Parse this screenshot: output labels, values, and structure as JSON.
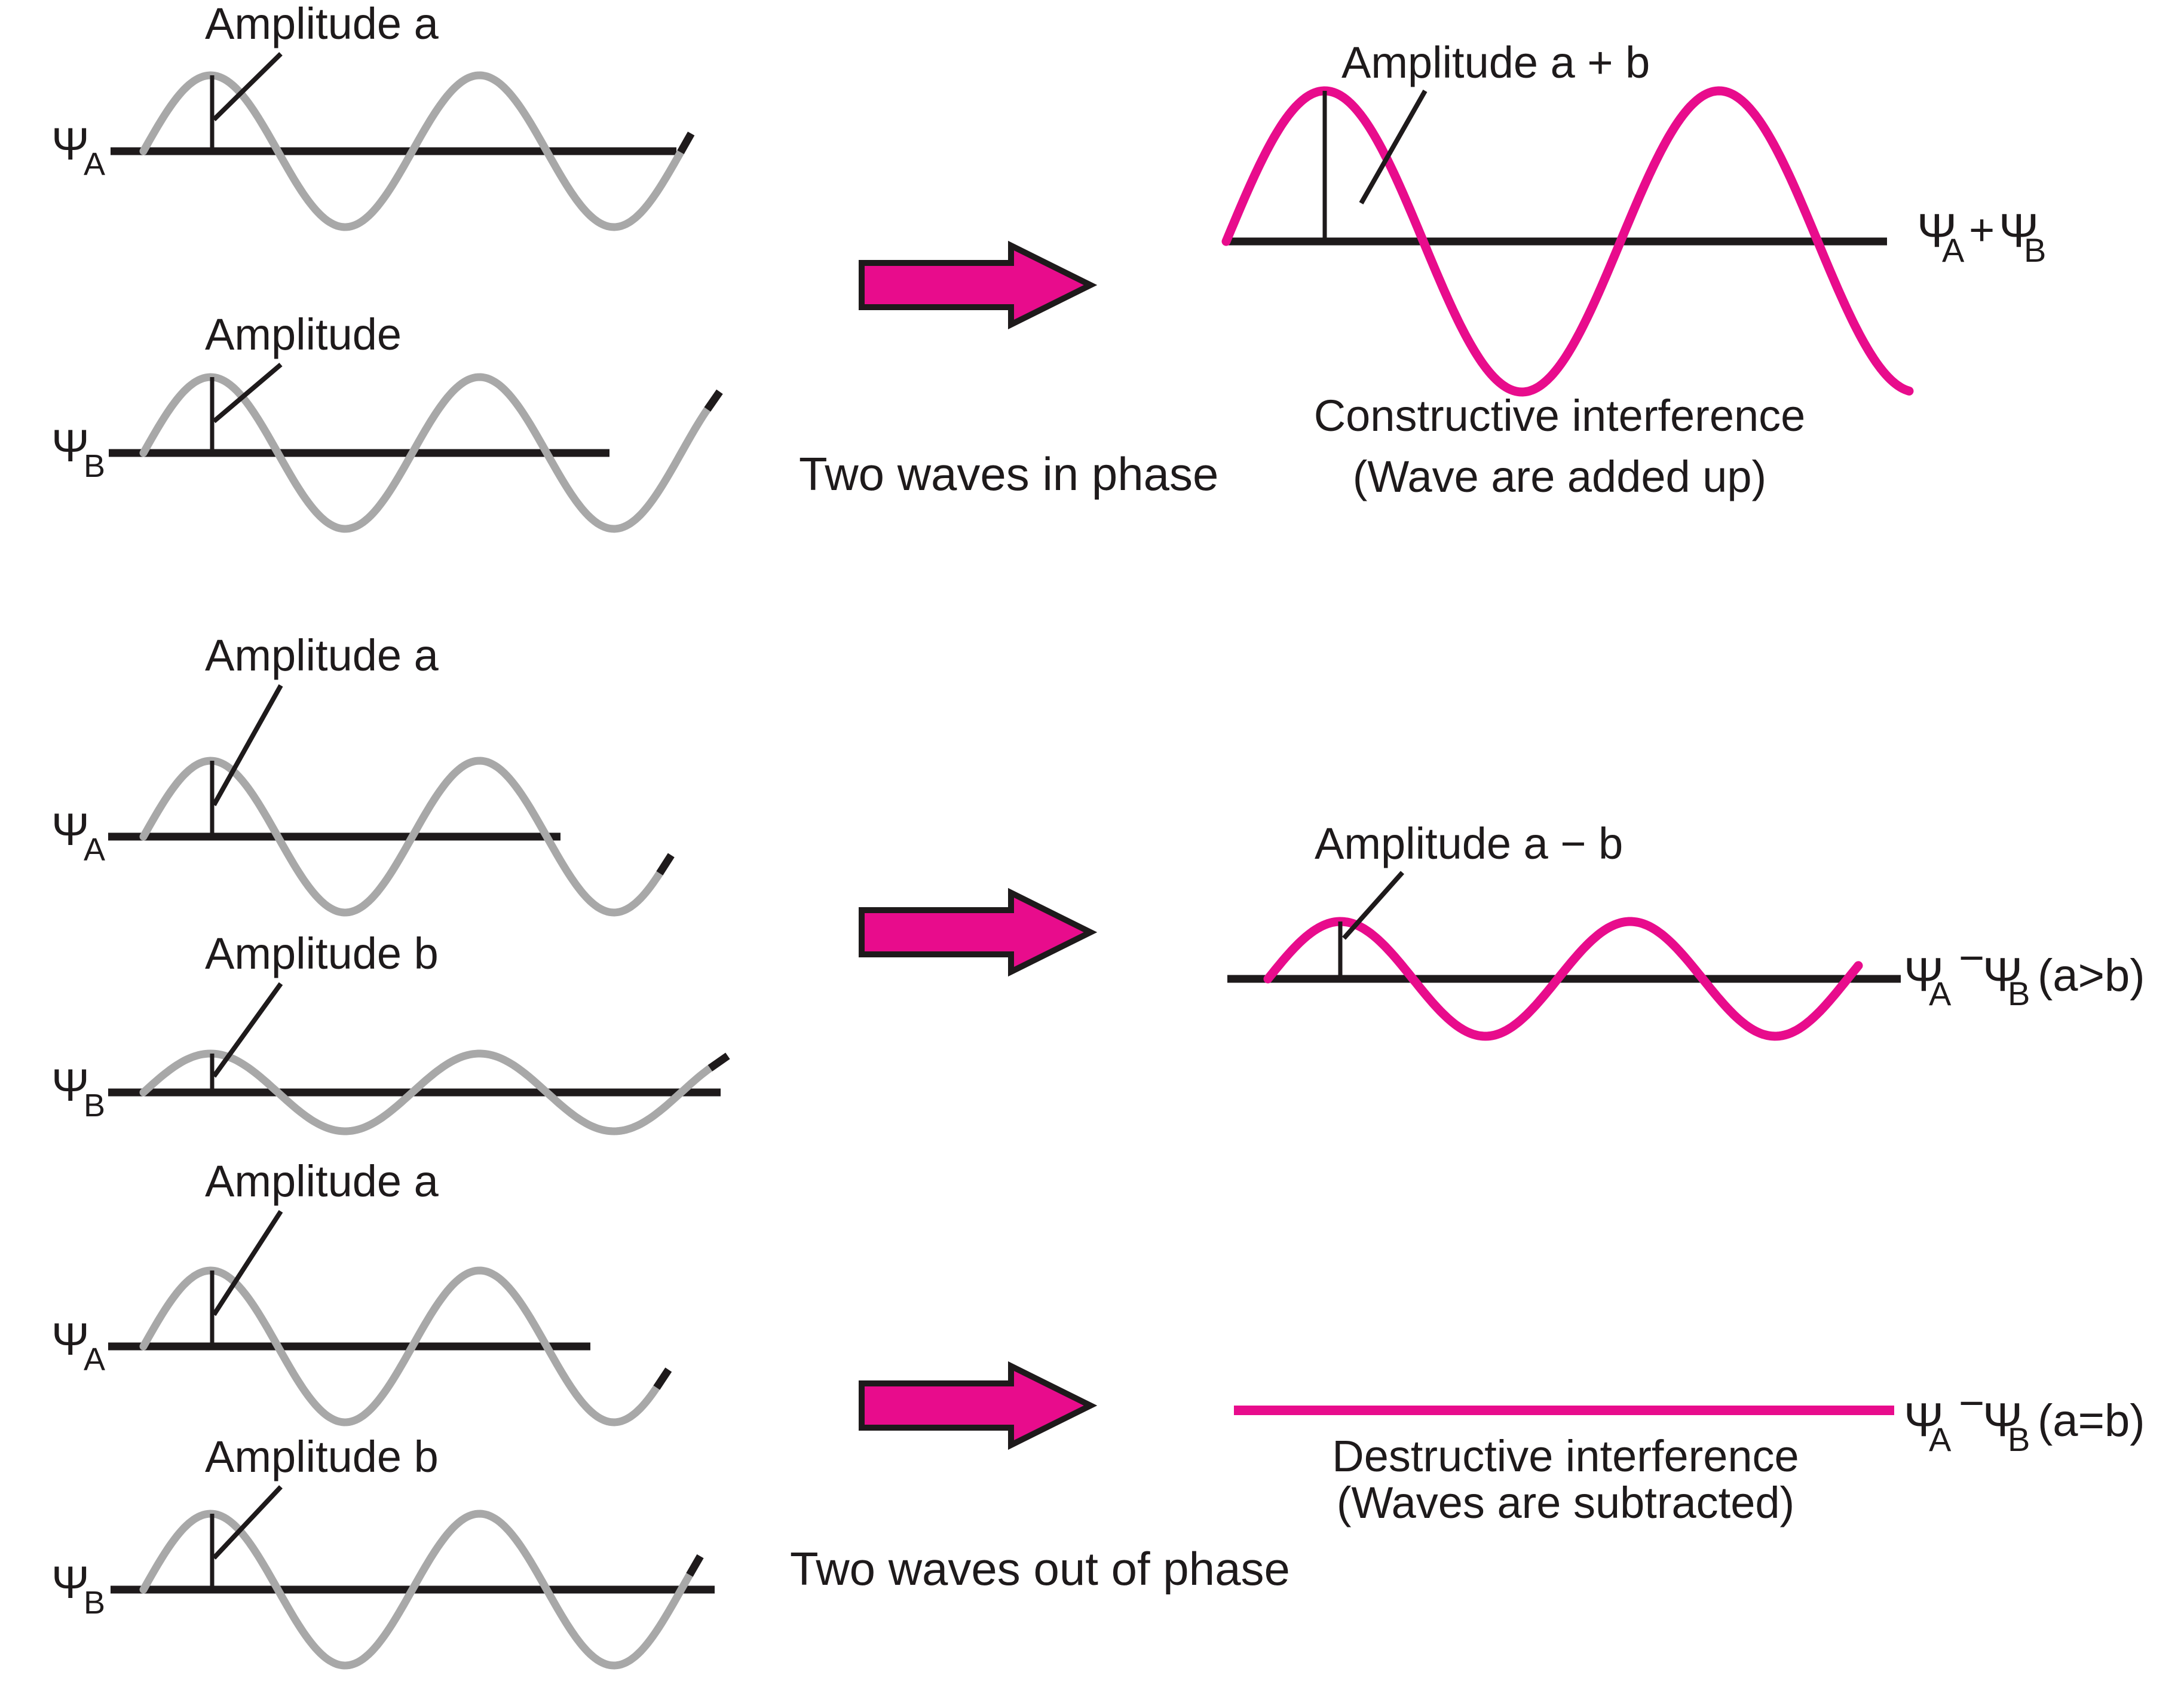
{
  "colors": {
    "pink": "#e80c8c",
    "gray": "#a8a8a8",
    "ink": "#1e1a1b",
    "background": "#ffffff"
  },
  "left_waves": [
    {
      "psi": "Ψ",
      "sub": "A",
      "amp_label": "Amplitude a"
    },
    {
      "psi": "Ψ",
      "sub": "B",
      "amp_label": "Amplitude"
    },
    {
      "psi": "Ψ",
      "sub": "A",
      "amp_label": "Amplitude a"
    },
    {
      "psi": "Ψ",
      "sub": "B",
      "amp_label": "Amplitude b"
    },
    {
      "psi": "Ψ",
      "sub": "A",
      "amp_label": "Amplitude a"
    },
    {
      "psi": "Ψ",
      "sub": "B",
      "amp_label": "Amplitude b"
    }
  ],
  "middle": {
    "in_phase": "Two waves in phase",
    "out_of_phase": "Two waves out of phase"
  },
  "results": [
    {
      "amp_label": "Amplitude a + b",
      "formula": {
        "psi1": "Ψ",
        "sub1": "A",
        "op": "+",
        "psi2": "Ψ",
        "sub2": "B",
        "suffix": ""
      },
      "caption_line1": "Constructive interference",
      "caption_line2": "(Wave are added up)"
    },
    {
      "amp_label": "Amplitude a − b",
      "formula": {
        "psi1": "Ψ",
        "sub1": "A",
        "op": "−",
        "psi2": "Ψ",
        "sub2": "B",
        "suffix": "(a>b)"
      },
      "caption_line1": "",
      "caption_line2": ""
    },
    {
      "amp_label": "",
      "formula": {
        "psi1": "Ψ",
        "sub1": "A",
        "op": "−",
        "psi2": "Ψ",
        "sub2": "B",
        "suffix": "(a=b)"
      },
      "caption_line1": "Destructive interference",
      "caption_line2": "(Waves are subtracted)"
    }
  ]
}
